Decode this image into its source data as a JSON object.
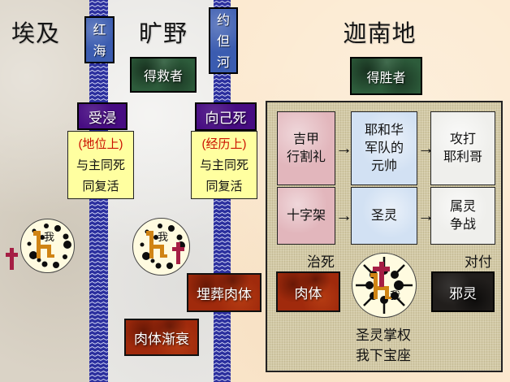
{
  "header": {
    "egypt": "埃及",
    "red_sea": "红\n海",
    "wilderness": "旷野",
    "jordan_river": "约\n但\n河",
    "canaan": "迦南地"
  },
  "status_boxes": {
    "saved": "得救者",
    "overcomer": "得胜者",
    "baptism": "受浸",
    "die_to_self": "向己死"
  },
  "notes": {
    "positional": {
      "heading": "(地位上)",
      "body": "与主同死\n同复活"
    },
    "experiential": {
      "heading": "(经历上)",
      "body": "与主同死\n同复活"
    }
  },
  "me_label": "我",
  "red_labels": {
    "bury_flesh": "埋葬肉体",
    "flesh_decays": "肉体渐衰"
  },
  "canaan_panel": {
    "flow_row1": [
      "吉甲\n行割礼",
      "耶和华\n军队的\n元帅",
      "攻打\n耶利哥"
    ],
    "flow_row2": [
      "十字架",
      "圣灵",
      "属灵\n争战"
    ],
    "put_to_death": "治死",
    "flesh": "肉体",
    "deal_with": "对付",
    "evil_spirits": "邪灵",
    "caption": "圣灵掌权\n我下宝座"
  },
  "icons": {
    "arrow_right": "→"
  },
  "colors": {
    "band_navy": "#2b2f9e",
    "river_blue": "#3b5cb0",
    "dark_green": "#2d5c3b",
    "purple": "#470c82",
    "note_yellow": "#ffffa0",
    "rust_red": "#a02a0c",
    "evil_black": "#211e1c",
    "cross_maroon": "#a51e44",
    "chair_orange": "#d08414",
    "flow_pink": "#e2b6bc",
    "flow_blue": "#d2e1f3",
    "flow_white": "#efefec",
    "panel_tan": "#d3caa6",
    "egypt_bg": "#dad3c6",
    "wilderness_bg": "#eae9e6",
    "canaan_bg": "#fce9cf"
  }
}
